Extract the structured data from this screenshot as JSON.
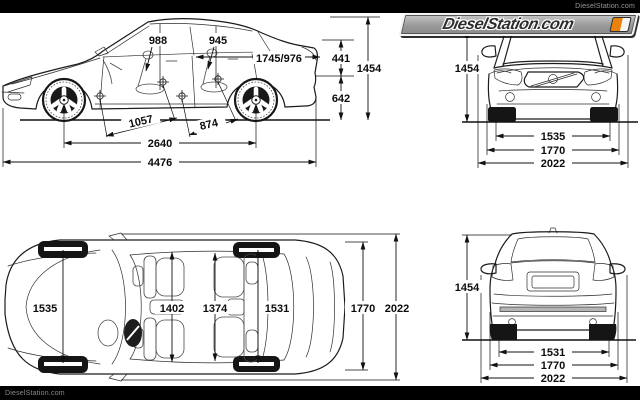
{
  "watermark": {
    "top_right": "DieselStation.com",
    "bottom_left": "DieselStation.com"
  },
  "logo": {
    "text": "DieselStation.com"
  },
  "colors": {
    "frame_bar": "#000000",
    "line_art": "#1c1c1c",
    "logo_bar": "#9a9a9a",
    "logo_accent_orange": "#e8820c"
  },
  "side_view": {
    "front_headroom": "988",
    "rear_headroom": "945",
    "interior_length": "1745/976",
    "deck_height": "441",
    "overall_height": "1454",
    "sill_height": "642",
    "front_diagonal": "1057",
    "rear_diagonal": "874",
    "wheelbase": "2640",
    "overall_length": "4476"
  },
  "front_view": {
    "overall_height": "1454",
    "track": "1535",
    "body_width": "1770",
    "overall_width": "2022"
  },
  "top_view": {
    "front_track": "1535",
    "front_interior_width": "1402",
    "rear_interior_width": "1374",
    "rear_track": "1531",
    "body_width": "1770",
    "overall_width": "2022"
  },
  "rear_view": {
    "overall_height": "1454",
    "track": "1531",
    "body_width": "1770",
    "overall_width": "2022"
  }
}
